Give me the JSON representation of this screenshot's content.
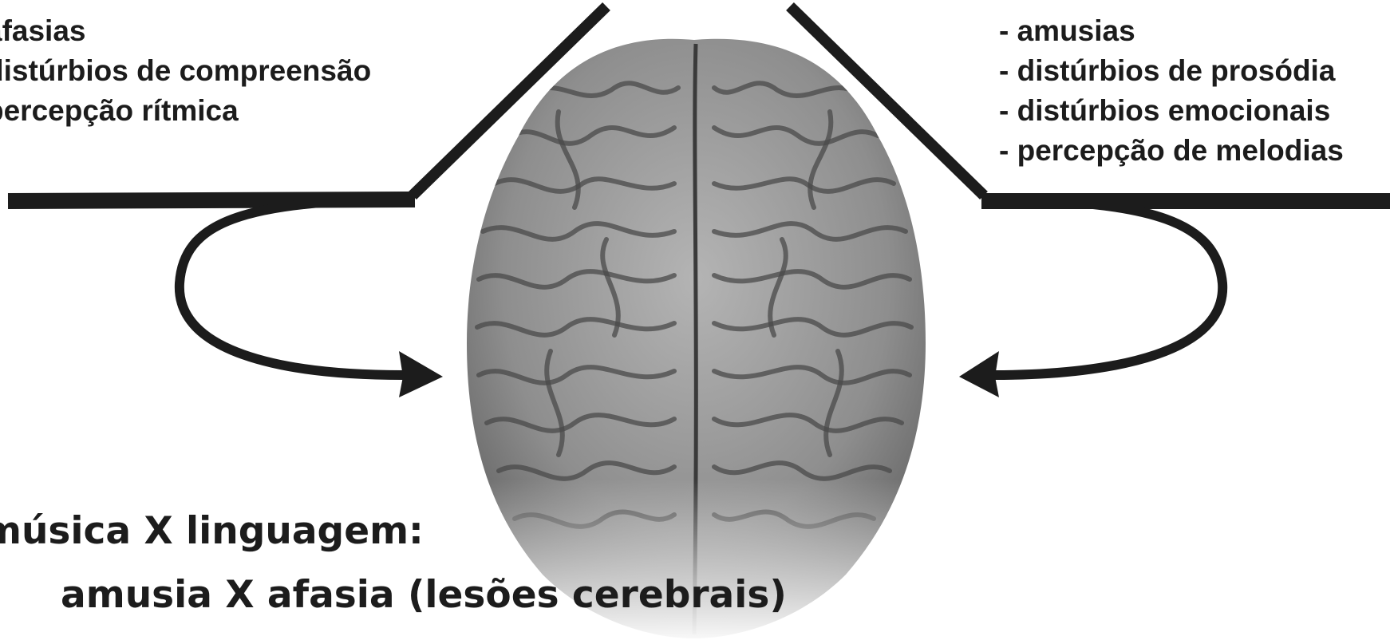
{
  "left_list": {
    "items": [
      "afasias",
      "distúrbios de compreensão",
      "percepção rítmica"
    ]
  },
  "right_list": {
    "items": [
      "- amusias",
      "- distúrbios de prosódia",
      "- distúrbios emocionais",
      "- percepção de melodias"
    ]
  },
  "captions": {
    "line1": "música X linguagem:",
    "line2": "amusia X afasia (lesões cerebrais)"
  },
  "colors": {
    "ink": "#1c1c1c",
    "brain_base": "#8f8f8f",
    "background": "#ffffff"
  },
  "icons": {
    "brain": "brain-top-view-photo"
  }
}
